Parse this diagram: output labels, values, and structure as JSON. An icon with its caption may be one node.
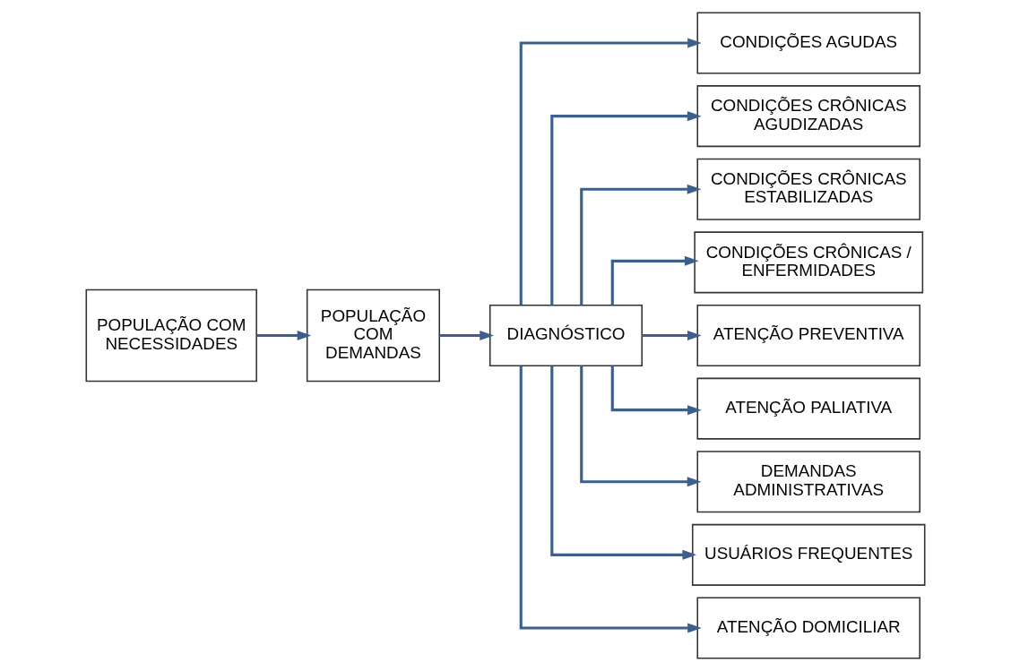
{
  "diagram": {
    "nodes": [
      {
        "text": [
          "POPULAÇÃO COM NECESSIDADES"
        ]
      },
      {
        "text": [
          "POPULAÇÃO COM DEMANDAS"
        ]
      },
      {
        "text": [
          "DIAGNÓSTICO"
        ]
      },
      {
        "text": [
          "CONDIÇÕES AGUDAS"
        ]
      },
      {
        "text": [
          "CONDIÇÕES CRÔNICAS AGUDIZADAS"
        ]
      },
      {
        "text": [
          "CONDIÇÕES CRÔNICAS ESTABILIZADAS"
        ]
      },
      {
        "text": [
          "CONDIÇÕES CRÔNICAS / ENFERMIDADES"
        ]
      },
      {
        "text": [
          "ATENÇÃO PREVENTIVA"
        ]
      },
      {
        "text": [
          "ATENÇÃO PALIATIVA"
        ]
      },
      {
        "text": [
          "DEMANDAS ADMINISTRATIVAS"
        ]
      },
      {
        "text": [
          "USUÁRIOS FREQUENTES"
        ]
      },
      {
        "text": [
          "ATENÇÃO DOMICILIAR"
        ]
      }
    ],
    "edges": [
      {
        "from": 0,
        "to": 1,
        "arrow": "to"
      },
      {
        "from": 1,
        "to": 2,
        "arrow": "to"
      },
      {
        "from": 2,
        "to": 3,
        "arrow": "to"
      },
      {
        "from": 2,
        "to": 4,
        "arrow": "to"
      },
      {
        "from": 2,
        "to": 5,
        "arrow": "to"
      },
      {
        "from": 2,
        "to": 6,
        "arrow": "to"
      },
      {
        "from": 2,
        "to": 7,
        "arrow": "to"
      },
      {
        "from": 2,
        "to": 8,
        "arrow": "to"
      },
      {
        "from": 2,
        "to": 9,
        "arrow": "to"
      },
      {
        "from": 2,
        "to": 10,
        "arrow": "to"
      },
      {
        "from": 2,
        "to": 11,
        "arrow": "to"
      }
    ]
  }
}
